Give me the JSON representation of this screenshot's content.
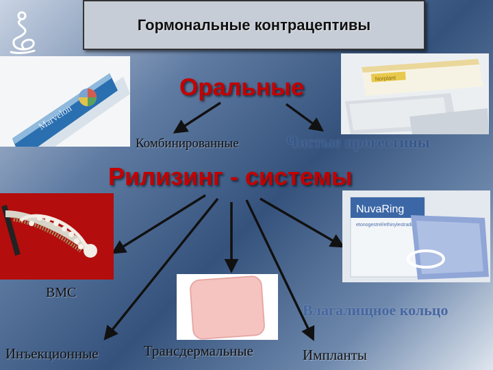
{
  "title": "Гормональные контрацептивы",
  "oral": {
    "heading": "Оральные",
    "combined": "Комбинированные",
    "progestin": "Чистые прогестины"
  },
  "release": {
    "heading": "Рилизинг - системы",
    "iud": "ВМС",
    "ring": "Влагалищное кольцо",
    "injectable": "Инъекционные",
    "transdermal": "Трансдермальные",
    "implants": "Импланты"
  },
  "icons": [
    "woman-logo-icon",
    "pill-pack-image",
    "progestin-box-image",
    "iud-image",
    "patch-image",
    "nuvaring-image"
  ],
  "colors": {
    "heading_red": "#c40000",
    "label_blue": "#2d4f86"
  }
}
